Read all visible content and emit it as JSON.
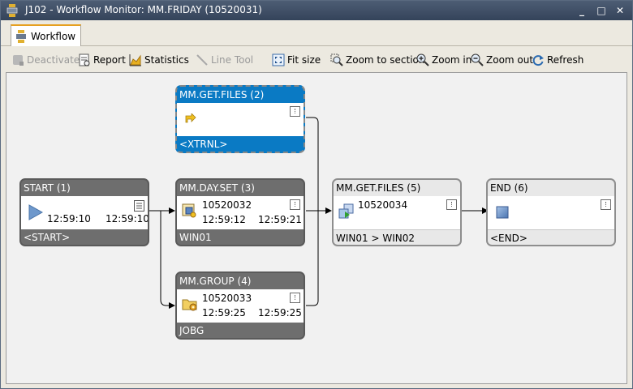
{
  "window": {
    "title": "J102 - Workflow Monitor: MM.FRIDAY (10520031)"
  },
  "tab": {
    "label": "Workflow"
  },
  "toolbar": {
    "deactivate": "Deactivate",
    "report": "Report",
    "statistics": "Statistics",
    "line_tool": "Line Tool",
    "fit_size": "Fit size",
    "zoom_section": "Zoom to section",
    "zoom_in": "Zoom in",
    "zoom_out": "Zoom out",
    "refresh": "Refresh"
  },
  "nodes": {
    "start": {
      "title": "START (1)",
      "time1": "12:59:10",
      "time2": "12:59:10",
      "footer": "<START>"
    },
    "get_files_2": {
      "title": "MM.GET.FILES (2)",
      "footer": "<XTRNL>"
    },
    "day_set": {
      "title": "MM.DAY.SET (3)",
      "runid": "10520032",
      "time1": "12:59:12",
      "time2": "12:59:21",
      "footer": "WIN01"
    },
    "group": {
      "title": "MM.GROUP (4)",
      "runid": "10520033",
      "time1": "12:59:25",
      "time2": "12:59:25",
      "footer": "JOBG"
    },
    "get_files_5": {
      "title": "MM.GET.FILES (5)",
      "runid": "10520034",
      "footer": "WIN01 > WIN02"
    },
    "end": {
      "title": "END (6)",
      "footer": "<END>"
    }
  },
  "colors": {
    "selected": "#0a7ac4",
    "finished": "#6e6e6e",
    "pending": "#e8e8e8",
    "tab_accent": "#e6a020"
  }
}
